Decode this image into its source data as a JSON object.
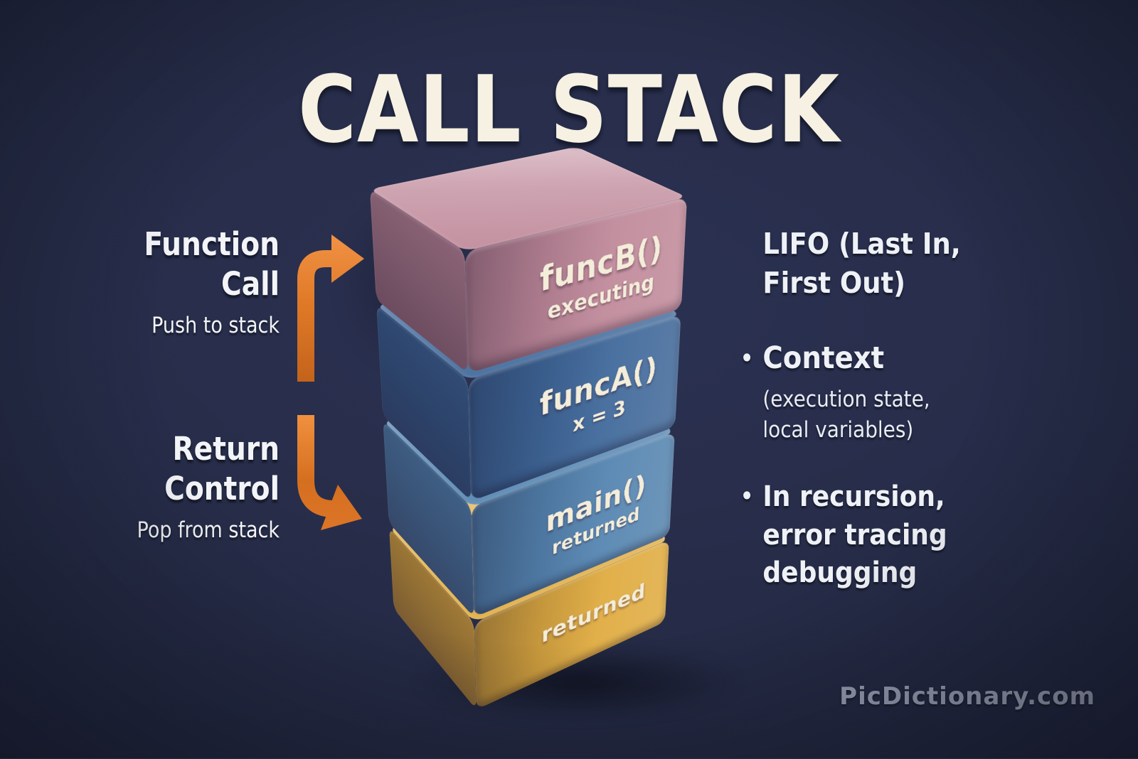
{
  "title": "CALL STACK",
  "annotations": {
    "push": {
      "title_line1": "Function",
      "title_line2": "Call",
      "subtitle": "Push to stack"
    },
    "pop": {
      "title_line1": "Return",
      "title_line2": "Control",
      "subtitle": "Pop from stack"
    }
  },
  "stack": {
    "blocks": [
      {
        "label": "funcB()",
        "status": "executing",
        "color": "#c08a9b"
      },
      {
        "label": "funcA()",
        "status": "x = 3",
        "color": "#40699b"
      },
      {
        "label": "main()",
        "status": "returned",
        "color": "#5585b1"
      },
      {
        "label": "returned",
        "status": "",
        "color": "#e0ac41"
      }
    ]
  },
  "notes": {
    "bullet_char": "•",
    "lifo": {
      "line1": "LIFO (Last In,",
      "line2": "First Out)"
    },
    "context": {
      "title": "Context",
      "detail_line1": "(execution state,",
      "detail_line2": "local variables)"
    },
    "uses": {
      "line1": "In recursion,",
      "line2": "error tracing",
      "line3": "debugging"
    }
  },
  "watermark": "PicDictionary.com",
  "colors": {
    "background": "#242a43",
    "title_text": "#f6f1e2",
    "body_text": "#f1f3f7",
    "block_text": "#f3edda",
    "arrow_orange": "#e8812f",
    "watermark_text": "#98a0b4"
  }
}
